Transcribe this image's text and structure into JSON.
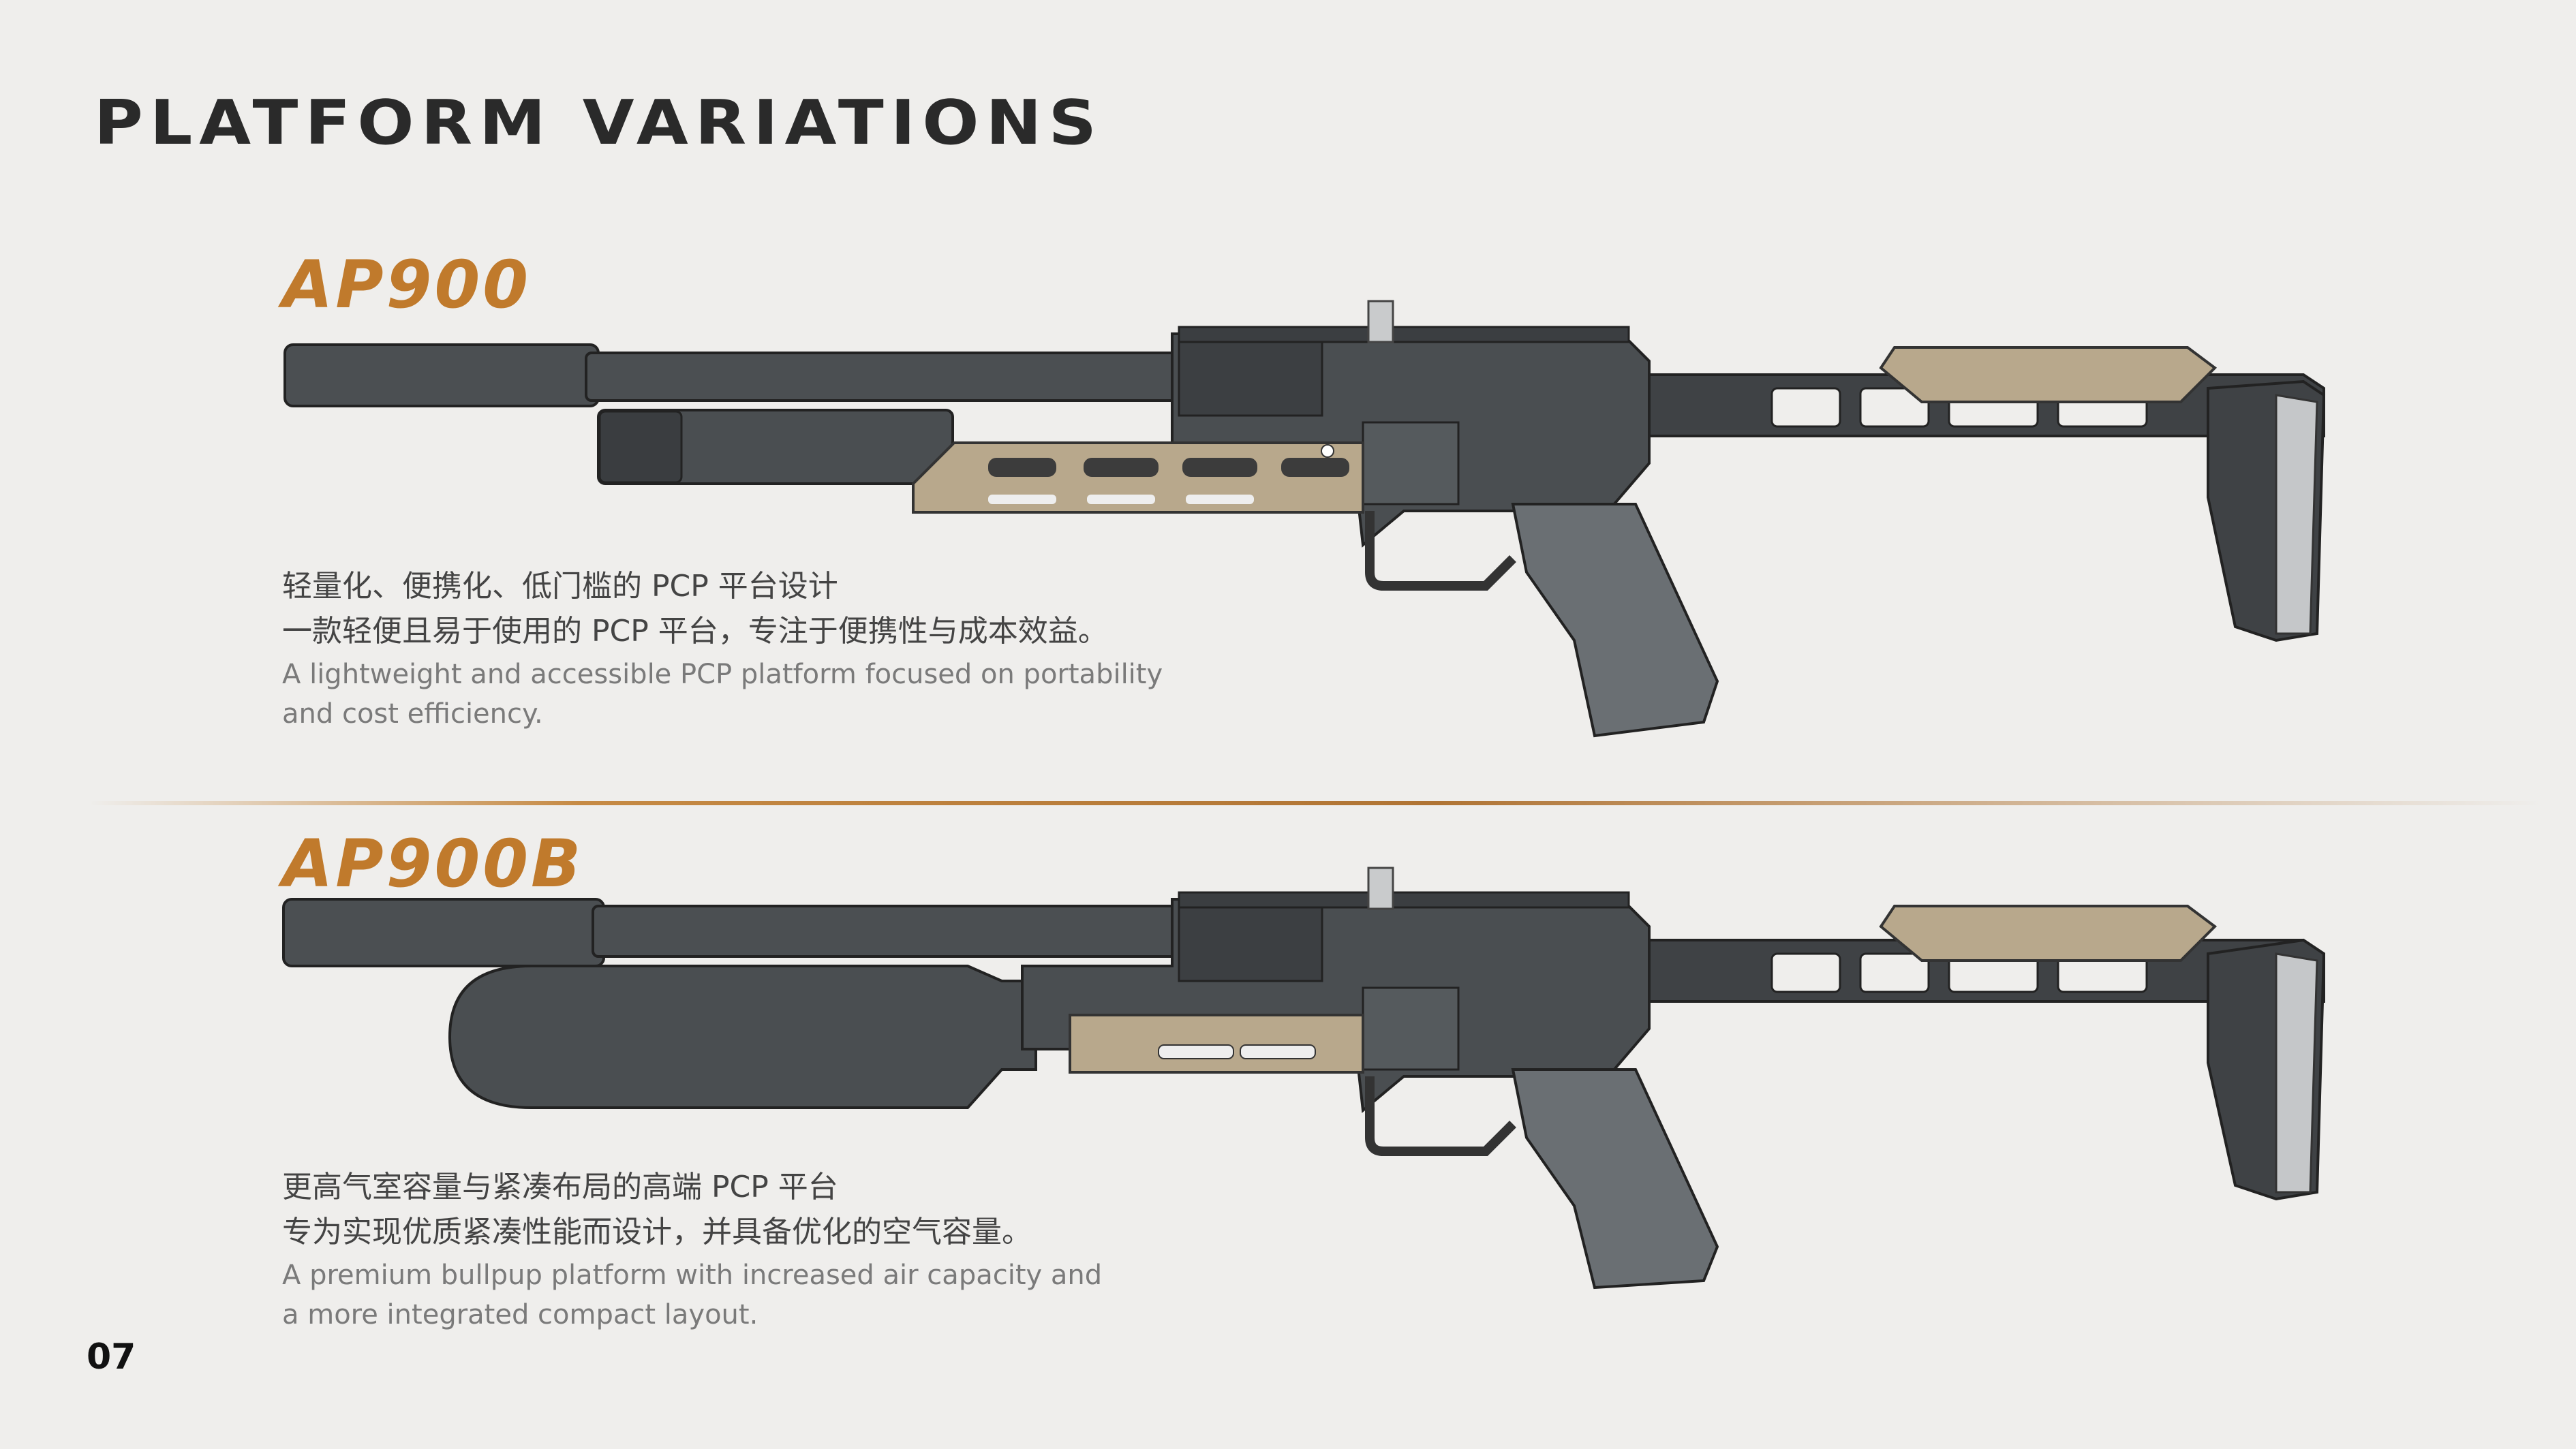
{
  "page": {
    "title": "PLATFORM VARIATIONS",
    "number": "07"
  },
  "colors": {
    "accent": "#c07a2c",
    "metal": "#4a4e51",
    "tan": "#b8a88c"
  },
  "platforms": [
    {
      "name": "AP900",
      "zh_line1": "轻量化、便携化、低门槛的 PCP 平台设计",
      "zh_line2": "一款轻便且易于使用的 PCP 平台，专注于便携性与成本效益。",
      "en_line1": "A lightweight and accessible PCP platform focused on portability",
      "en_line2": "and cost efficiency."
    },
    {
      "name": "AP900B",
      "zh_line1": "更高气室容量与紧凑布局的高端 PCP 平台",
      "zh_line2": "专为实现优质紧凑性能而设计，并具备优化的空气容量。",
      "en_line1": "A premium bullpup platform with increased air capacity and",
      "en_line2": "a more integrated compact layout."
    }
  ]
}
